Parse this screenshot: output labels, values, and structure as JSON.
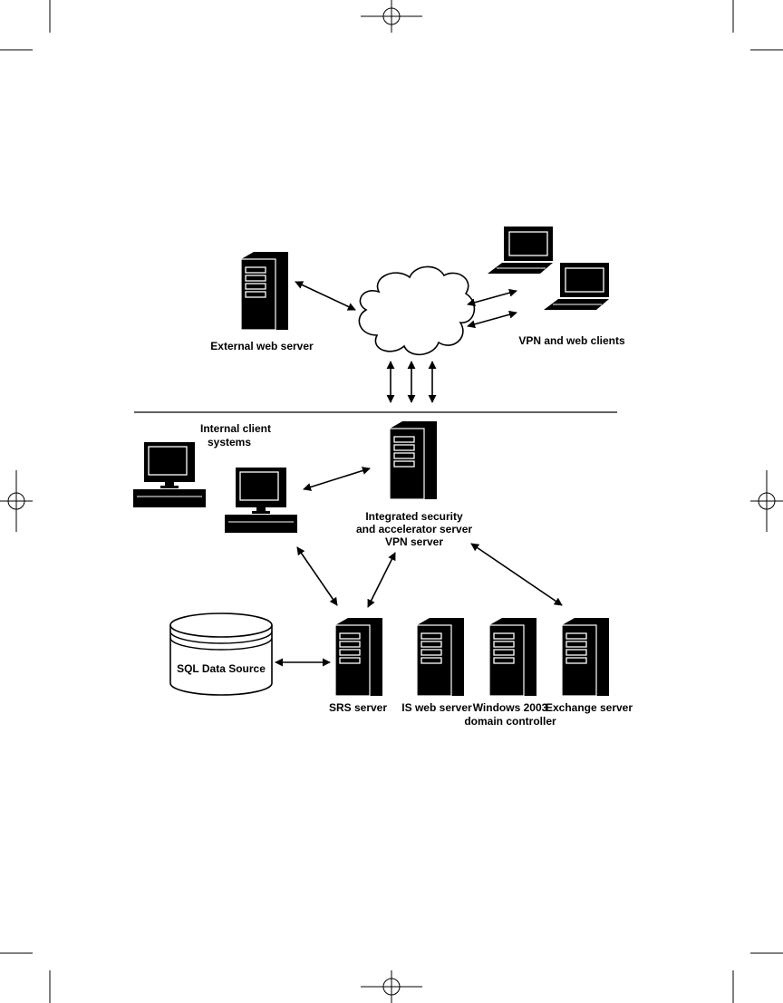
{
  "diagram": {
    "nodes": {
      "external_web_server": {
        "label": "External web server"
      },
      "vpn_clients": {
        "label": "VPN and web clients"
      },
      "internal_clients": {
        "label_line1": "Internal client",
        "label_line2": "systems"
      },
      "isa_server": {
        "label_line1": "Integrated security",
        "label_line2": "and accelerator server",
        "label_line3": "VPN server"
      },
      "sql_data_source": {
        "label": "SQL Data Source"
      },
      "srs_server": {
        "label": "SRS server"
      },
      "iis_web_server": {
        "label": "IS web server"
      },
      "domain_controller": {
        "label_line1": "Windows 2003",
        "label_line2": "domain controller"
      },
      "exchange_server": {
        "label": "Exchange server"
      }
    },
    "colors": {
      "ink": "#000000",
      "paper": "#ffffff",
      "crop_marks": "#000000"
    }
  }
}
